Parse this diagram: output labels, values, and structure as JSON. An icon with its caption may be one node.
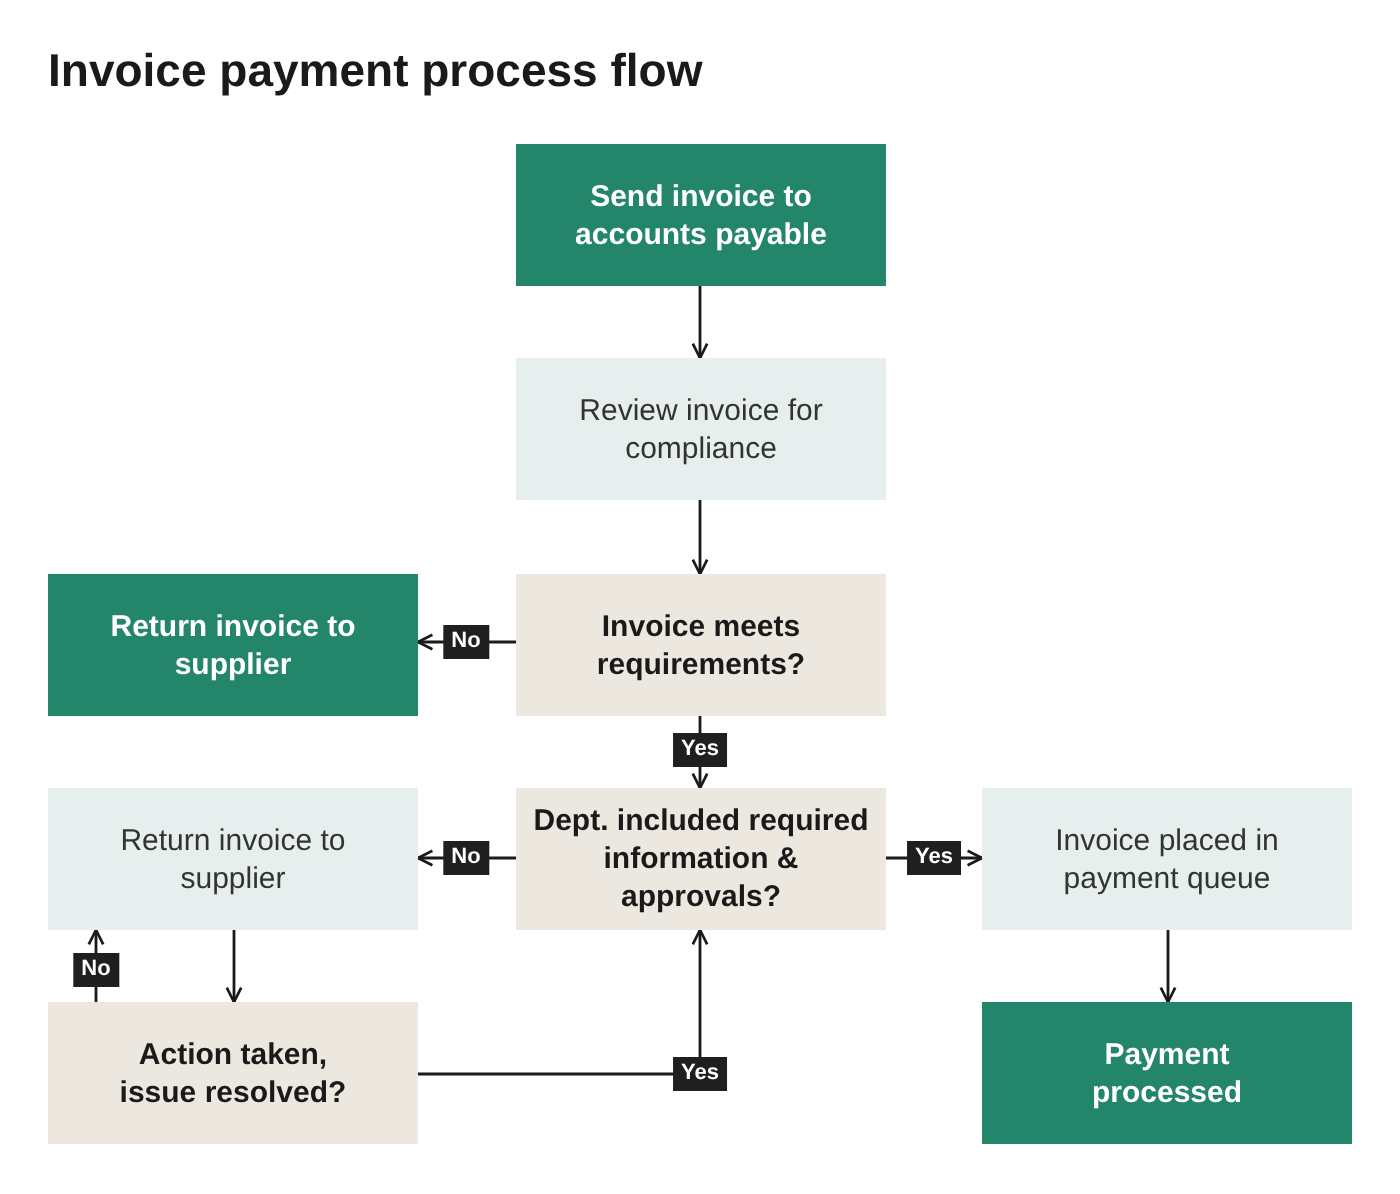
{
  "diagram": {
    "title": "Invoice payment process flow",
    "nodes": [
      {
        "text": [
          "Send invoice to accounts payable"
        ]
      },
      {
        "text": [
          "Review invoice for compliance"
        ]
      },
      {
        "text": [
          "Invoice meets requirements?"
        ]
      },
      {
        "text": [
          "Return invoice to supplier"
        ]
      },
      {
        "text": [
          "Dept. included required information & approvals?"
        ]
      },
      {
        "text": [
          "Return invoice to supplier"
        ]
      },
      {
        "text": [
          "Invoice placed in payment queue"
        ]
      },
      {
        "text": [
          "Action taken, issue resolved?"
        ]
      },
      {
        "text": [
          "Payment processed"
        ]
      }
    ],
    "edges": [
      {
        "from": 0,
        "to": 1,
        "arrow": "to"
      },
      {
        "from": 1,
        "to": 2,
        "arrow": "to"
      },
      {
        "from": 2,
        "to": 3,
        "arrow": "to",
        "label": "No"
      },
      {
        "from": 2,
        "to": 4,
        "arrow": "to",
        "label": "Yes"
      },
      {
        "from": 4,
        "to": 5,
        "arrow": "to",
        "label": "No"
      },
      {
        "from": 4,
        "to": 6,
        "arrow": "to",
        "label": "Yes"
      },
      {
        "from": 5,
        "to": 7,
        "arrow": "to"
      },
      {
        "from": 7,
        "to": 5,
        "arrow": "to",
        "label": "No"
      },
      {
        "from": 7,
        "to": 4,
        "arrow": "to",
        "label": "Yes"
      },
      {
        "from": 6,
        "to": 8,
        "arrow": "to"
      }
    ]
  }
}
